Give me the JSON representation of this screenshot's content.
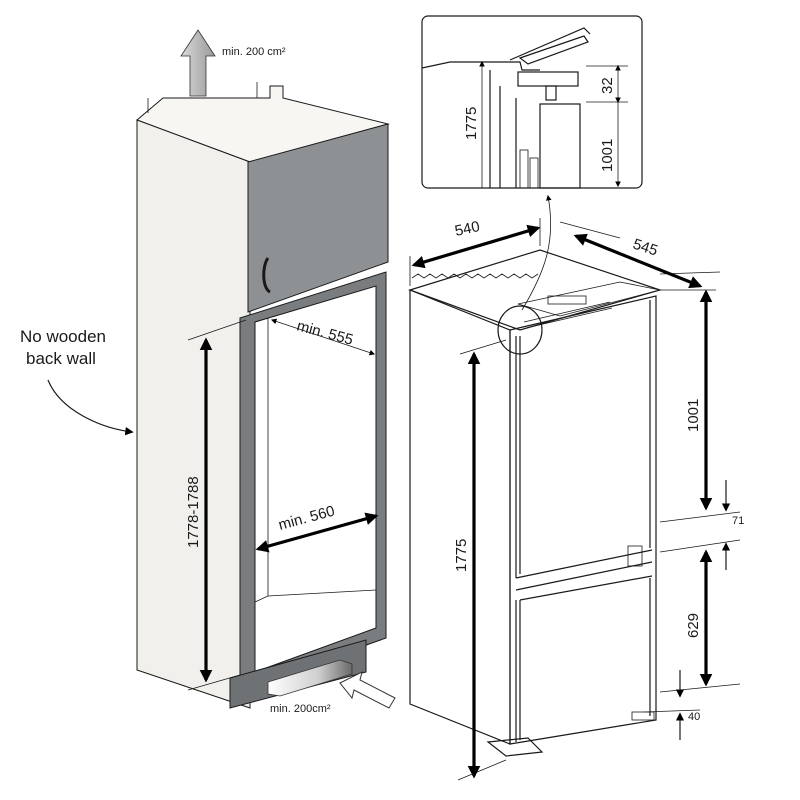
{
  "left_cabinet": {
    "top_vent_label": "min. 200 cm²",
    "bottom_vent_label": "min. 200cm²",
    "back_wall_line1": "No wooden",
    "back_wall_line2": "back wall",
    "depth_label": "min. 555",
    "width_label": "min. 560",
    "height_label": "1778-1788"
  },
  "inset": {
    "total_height": "1775",
    "gap": "32",
    "upper_height": "1001"
  },
  "fridge": {
    "width": "540",
    "depth": "545",
    "total_height": "1775",
    "upper_height": "1001",
    "middle_gap": "71",
    "lower_height": "629",
    "bottom_gap": "40"
  },
  "colors": {
    "upper_door": "#8e9194",
    "cabinet_frame": "#7a7d80",
    "cabinet_side": "#f2f0ec",
    "cabinet_top": "#f7f6f3",
    "plinth": "#6f7275"
  }
}
